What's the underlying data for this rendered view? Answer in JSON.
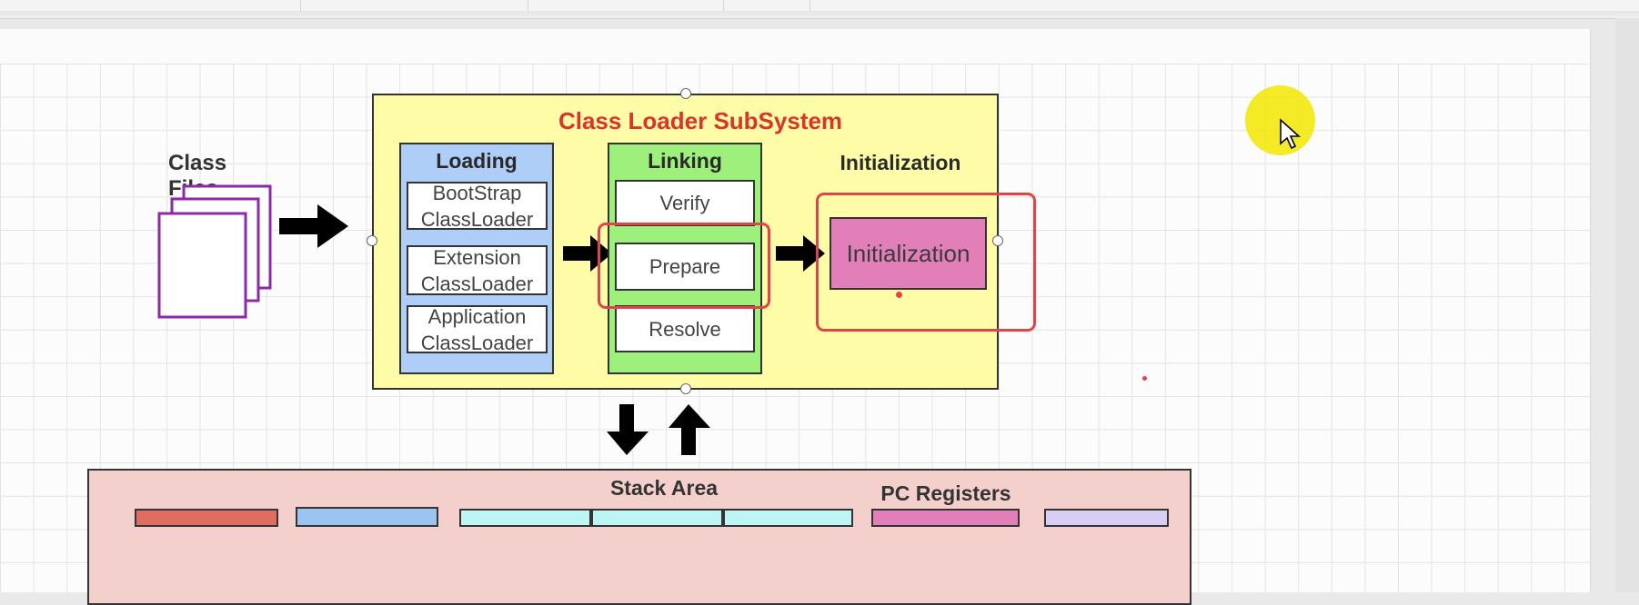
{
  "diagram": {
    "subsystem_title": "Class Loader SubSystem",
    "class_files_label": "Class Files",
    "loading": {
      "header": "Loading",
      "items": [
        {
          "line1": "BootStrap",
          "line2": "ClassLoader"
        },
        {
          "line1": "Extension",
          "line2": "ClassLoader"
        },
        {
          "line1": "Application",
          "line2": "ClassLoader"
        }
      ]
    },
    "linking": {
      "header": "Linking",
      "items": [
        "Verify",
        "Prepare",
        "Resolve"
      ]
    },
    "initialization": {
      "header": "Initialization",
      "box_label": "Initialization"
    },
    "runtime_area": {
      "stack_area_label": "Stack Area",
      "pc_registers_label": "PC Registers"
    }
  },
  "colors": {
    "subsystem_fill": "#fffca8",
    "subsystem_title": "#d9352b",
    "loading_fill": "#aecdf7",
    "linking_fill": "#9df07b",
    "initialization_fill": "#e27fb9",
    "highlight": "#e2434b",
    "class_files_stroke": "#8d2aa6",
    "runtime_fill": "#f4d0cd",
    "cursor_highlight": "#f3e600"
  }
}
